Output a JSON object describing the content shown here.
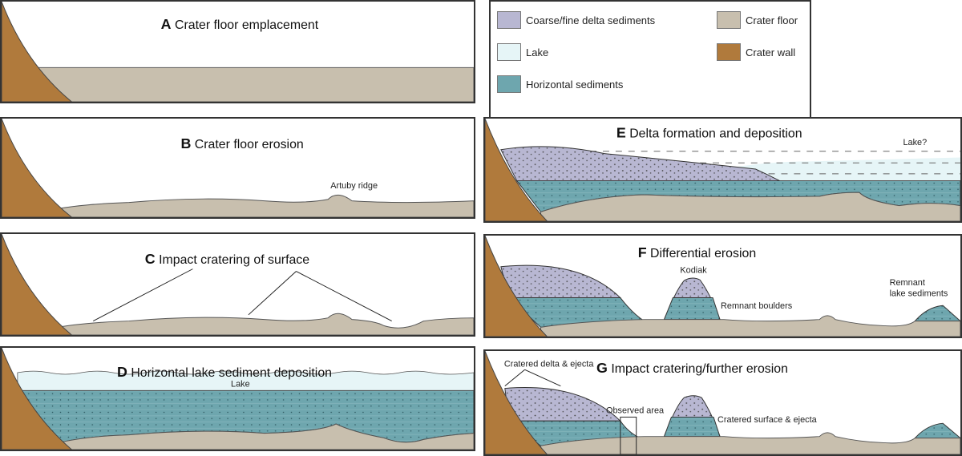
{
  "colors": {
    "floor": "#c8bfae",
    "wall": "#b07a3c",
    "delta": "#b8b7d2",
    "lake": "#e6f5f7",
    "sediment": "#6ea6ae"
  },
  "legend": {
    "delta": "Coarse/fine delta sediments",
    "lake": "Lake",
    "sediment": "Horizontal sediments",
    "floor": "Crater floor",
    "wall": "Crater wall"
  },
  "panels": {
    "a": {
      "letter": "A",
      "title": "Crater floor emplacement"
    },
    "b": {
      "letter": "B",
      "title": "Crater floor erosion",
      "labels": {
        "ridge": "Artuby ridge"
      }
    },
    "c": {
      "letter": "C",
      "title": "Impact cratering of surface"
    },
    "d": {
      "letter": "D",
      "title": "Horizontal lake sediment deposition",
      "labels": {
        "lake": "Lake"
      }
    },
    "e": {
      "letter": "E",
      "title": "Delta formation and deposition",
      "labels": {
        "lake": "Lake?"
      }
    },
    "f": {
      "letter": "F",
      "title": "Differential erosion",
      "labels": {
        "kodiak": "Kodiak",
        "boulders": "Remnant boulders",
        "remnant1": "Remnant",
        "remnant2": "lake sediments"
      }
    },
    "g": {
      "letter": "G",
      "title": "Impact cratering/further erosion",
      "labels": {
        "delta": "Cratered delta & ejecta",
        "observed": "Observed area",
        "surface": "Cratered surface & ejecta"
      }
    }
  }
}
